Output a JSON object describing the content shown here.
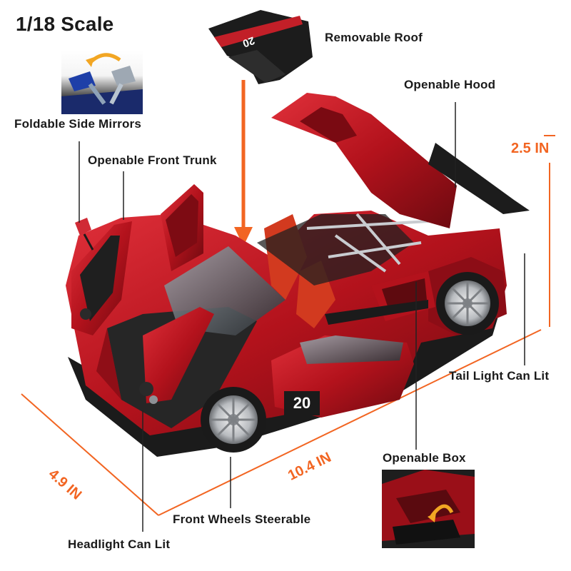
{
  "scale_title": "1/18 Scale",
  "features": {
    "removable_roof": "Removable Roof",
    "openable_hood": "Openable Hood",
    "foldable_side_mirrors": "Foldable Side Mirrors",
    "openable_front_trunk": "Openable Front Trunk",
    "tail_light": "Tail Light Can Lit",
    "openable_box": "Openable Box",
    "front_wheels": "Front Wheels Steerable",
    "headlight": "Headlight Can Lit"
  },
  "dimensions": {
    "height": "2.5 IN",
    "width": "4.9 IN",
    "length": "10.4 IN"
  },
  "car_number": "20",
  "roof_number": "20",
  "colors": {
    "accent": "#f26522",
    "car_red": "#b3121c",
    "car_dark": "#1b1b1b",
    "text": "#1a1a1a"
  }
}
